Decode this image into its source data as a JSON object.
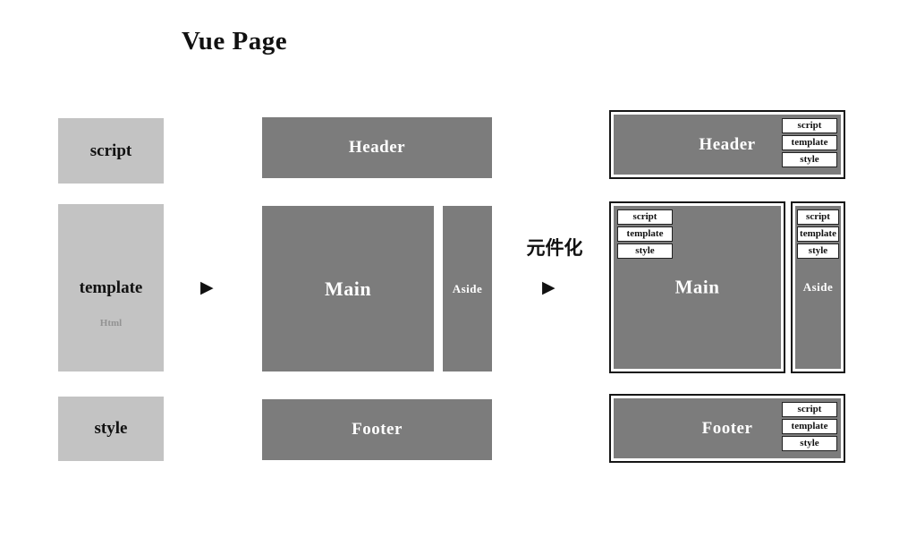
{
  "title": "Vue Page",
  "colors": {
    "light_gray": "#c3c3c3",
    "dark_gray": "#7c7c7c",
    "border": "#161616",
    "white": "#ffffff"
  },
  "arrow_glyph": "▶",
  "transform_label": "元件化",
  "left_column": {
    "items": [
      {
        "label": "script"
      },
      {
        "label": "template",
        "sublabel": "Html"
      },
      {
        "label": "style"
      }
    ]
  },
  "middle_layout": {
    "header": "Header",
    "main": "Main",
    "aside": "Aside",
    "footer": "Footer"
  },
  "right_layout": {
    "header": {
      "label": "Header",
      "tags": [
        "script",
        "template",
        "style"
      ]
    },
    "main": {
      "label": "Main",
      "tags": [
        "script",
        "template",
        "style"
      ]
    },
    "aside": {
      "label": "Aside",
      "tags": [
        "script",
        "template",
        "style"
      ]
    },
    "footer": {
      "label": "Footer",
      "tags": [
        "script",
        "template",
        "style"
      ]
    }
  }
}
